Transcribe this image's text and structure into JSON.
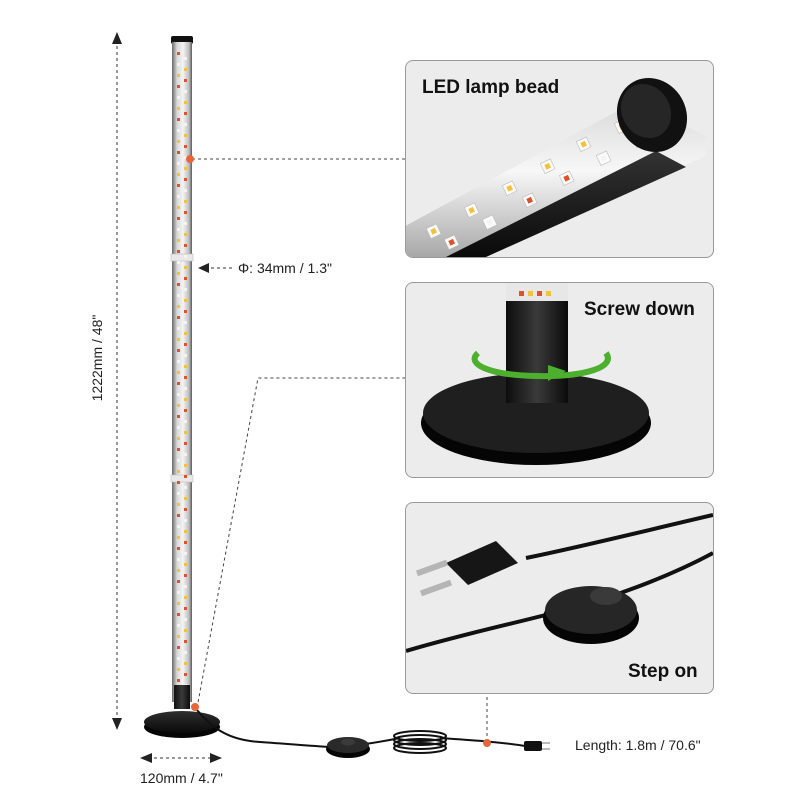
{
  "panels": {
    "led": {
      "title": "LED lamp bead"
    },
    "screw": {
      "title": "Screw down"
    },
    "step": {
      "title": "Step on"
    }
  },
  "dimensions": {
    "height": "1222mm / 48\"",
    "diameter": "Φ: 34mm / 1.3\"",
    "base_width": "120mm / 4.7\"",
    "cable_length": "Length: 1.8m / 70.6\""
  },
  "colors": {
    "accent_dot": "#e8663b",
    "arrow_green": "#4caf2e",
    "led_warm": "#f2c23a",
    "led_red": "#e0502b",
    "led_white": "#f4f4f4"
  }
}
